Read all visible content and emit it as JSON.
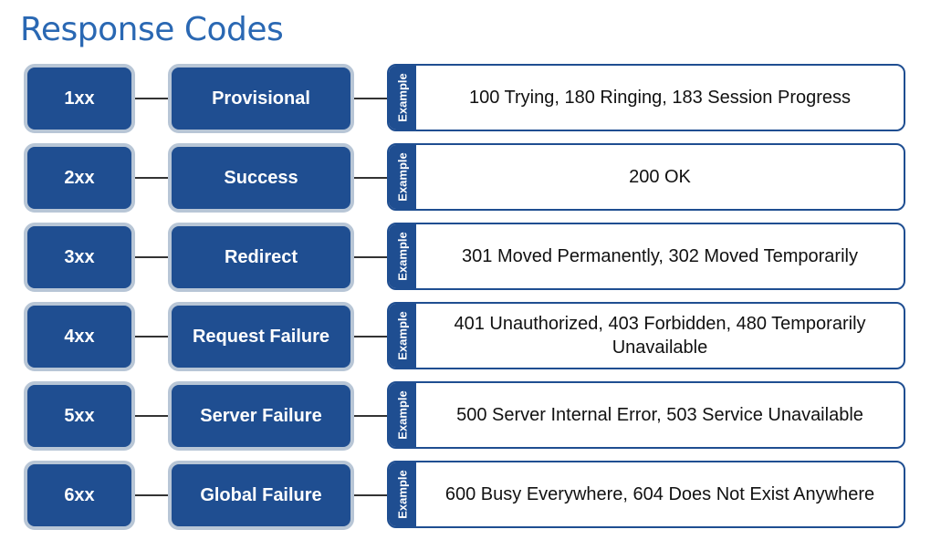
{
  "title": "Response Codes",
  "example_label": "Example",
  "rows": [
    {
      "code": "1xx",
      "category": "Provisional",
      "example": "100 Trying, 180 Ringing, 183 Session Progress"
    },
    {
      "code": "2xx",
      "category": "Success",
      "example": "200 OK"
    },
    {
      "code": "3xx",
      "category": "Redirect",
      "example": "301 Moved Permanently, 302 Moved Temporarily"
    },
    {
      "code": "4xx",
      "category": "Request Failure",
      "example": "401 Unauthorized, 403 Forbidden, 480 Temporarily Unavailable"
    },
    {
      "code": "5xx",
      "category": "Server Failure",
      "example": "500 Server Internal Error, 503 Service Unavailable"
    },
    {
      "code": "6xx",
      "category": "Global Failure",
      "example": "600 Busy Everywhere, 604 Does Not Exist Anywhere"
    }
  ],
  "colors": {
    "title": "#2a68b3",
    "box_fill": "#1f4e91",
    "box_border": "#b8c6d6"
  }
}
